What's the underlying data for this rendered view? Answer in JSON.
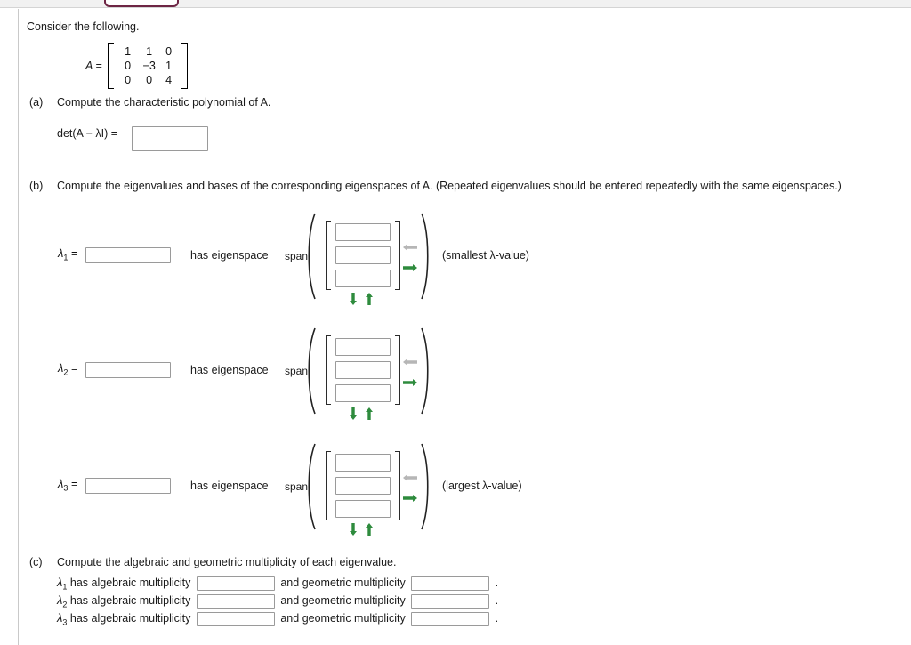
{
  "browser": {
    "tab_shape": "partial-tab",
    "tab_border_color": "#6d2544"
  },
  "prompt": {
    "intro": "Consider the following."
  },
  "matrix": {
    "label": "A =",
    "rows": [
      [
        {
          "v": "1",
          "c": "black"
        },
        {
          "v": "1",
          "c": "black"
        },
        {
          "v": "0",
          "c": "black"
        }
      ],
      [
        {
          "v": "0",
          "c": "black"
        },
        {
          "v": "−3",
          "c": "blue"
        },
        {
          "v": "1",
          "c": "black"
        }
      ],
      [
        {
          "v": "0",
          "c": "black"
        },
        {
          "v": "0",
          "c": "black"
        },
        {
          "v": "4",
          "c": "blue"
        }
      ]
    ],
    "blue_hex": "#1f24c4"
  },
  "parts": {
    "a": {
      "marker": "(a)",
      "text": "Compute the characteristic polynomial of A.",
      "det_label": "det(A − λI) =",
      "answer_value": "",
      "answer_placeholder": ""
    },
    "b": {
      "marker": "(b)",
      "text": "Compute the eigenvalues and bases of the corresponding eigenspaces of A. (Repeated eigenvalues should be entered repeatedly with the same eigenspaces.)",
      "has_eigenspace_label": "has eigenspace",
      "span_label": "span",
      "rows": [
        {
          "lambda": "λ",
          "sub": "1",
          "eq": "=",
          "value": "",
          "note": "(smallest λ-value)",
          "vector": [
            "",
            "",
            ""
          ],
          "controls": {
            "left": "left-arrow-disabled",
            "right": "right-arrow",
            "down": "down-arrow",
            "up": "up-arrow"
          }
        },
        {
          "lambda": "λ",
          "sub": "2",
          "eq": "=",
          "value": "",
          "note": "",
          "vector": [
            "",
            "",
            ""
          ],
          "controls": {
            "left": "left-arrow-disabled",
            "right": "right-arrow",
            "down": "down-arrow",
            "up": "up-arrow"
          }
        },
        {
          "lambda": "λ",
          "sub": "3",
          "eq": "=",
          "value": "",
          "note": "(largest λ-value)",
          "vector": [
            "",
            "",
            ""
          ],
          "controls": {
            "left": "left-arrow-disabled",
            "right": "right-arrow",
            "down": "down-arrow",
            "up": "up-arrow"
          }
        }
      ]
    },
    "c": {
      "marker": "(c)",
      "text": "Compute the algebraic and geometric multiplicity of each eigenvalue.",
      "algebraic_label": "has algebraic multiplicity",
      "geometric_label": "and geometric multiplicity",
      "period": ".",
      "rows": [
        {
          "lambda": "λ",
          "sub": "1",
          "algebraic_value": "",
          "geometric_value": ""
        },
        {
          "lambda": "λ",
          "sub": "2",
          "algebraic_value": "",
          "geometric_value": ""
        },
        {
          "lambda": "λ",
          "sub": "3",
          "algebraic_value": "",
          "geometric_value": ""
        }
      ]
    }
  },
  "colors": {
    "arrow_green": "#2e8b3d",
    "arrow_gray": "#b6b6b6",
    "input_border": "#9a9a9a",
    "text": "#1a1a1a"
  }
}
